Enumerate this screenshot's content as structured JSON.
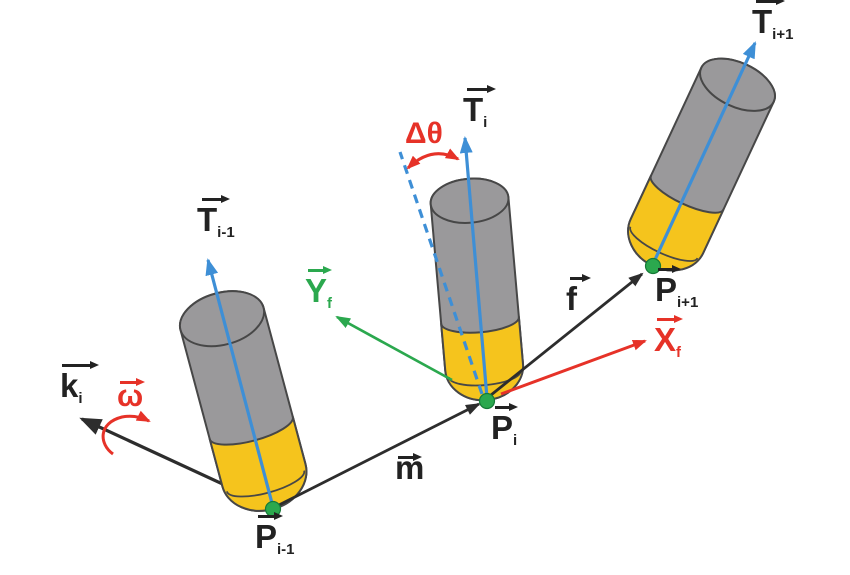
{
  "figure": {
    "type": "tool-path-orientation-diagram"
  },
  "colors": {
    "tool_body_gray": "#9A999B",
    "tool_tip_yellow": "#F5C41D",
    "outline": "#474747",
    "axis_blue": "#3E8FD6",
    "accent_red": "#E63228",
    "accent_green": "#2BA84E",
    "vector_black": "#2D2D2D",
    "contact_green": "#2BA84E",
    "bg": "#FFFFFF"
  },
  "labels": {
    "T_prev": {
      "sym": "T",
      "sub": "i-1"
    },
    "T_curr": {
      "sym": "T",
      "sub": "i"
    },
    "T_next": {
      "sym": "T",
      "sub": "i+1"
    },
    "P_prev": {
      "sym": "P",
      "sub": "i-1"
    },
    "P_curr": {
      "sym": "P",
      "sub": "i"
    },
    "P_next": {
      "sym": "P",
      "sub": "i+1"
    },
    "k_vector": {
      "sym": "k",
      "sub": "i"
    },
    "omega": {
      "sym": "ω",
      "sub": ""
    },
    "m_vector": {
      "sym": "m",
      "sub": ""
    },
    "f_vector": {
      "sym": "f",
      "sub": ""
    },
    "X_frame": {
      "sym": "X",
      "sub": "f"
    },
    "Y_frame": {
      "sym": "Y",
      "sub": "f"
    },
    "delta_theta": {
      "sym": "Δθ",
      "sub": ""
    }
  }
}
